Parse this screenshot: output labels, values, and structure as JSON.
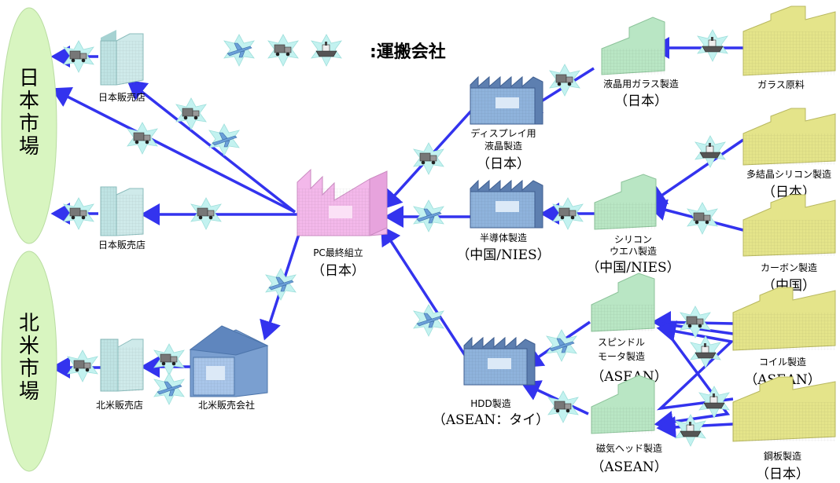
{
  "markets": [
    {
      "id": "japan",
      "label": "日本市場"
    },
    {
      "id": "na",
      "label": "北米市場"
    }
  ],
  "legend": {
    "text": ":運搬会社"
  },
  "nodes": {
    "jp_store1": {
      "label": "日本販売店",
      "region": ""
    },
    "jp_store2": {
      "label": "日本販売店",
      "region": ""
    },
    "na_store": {
      "label": "北米販売店",
      "region": ""
    },
    "na_company": {
      "label": "北米販売会社",
      "region": ""
    },
    "pc_final": {
      "label": "PC最終組立",
      "region": "（日本）"
    },
    "lcd": {
      "label": "ディスプレイ用",
      "label2": "液晶製造",
      "region": "（日本）"
    },
    "glass": {
      "label": "液晶用ガラス製造",
      "region": "（日本）"
    },
    "glass_raw": {
      "label": "ガラス原料",
      "region": ""
    },
    "semi": {
      "label": "半導体製造",
      "region": "（中国/NIES）"
    },
    "wafer": {
      "label": "シリコン",
      "label2": "ウエハ製造",
      "region": "（中国/NIES）"
    },
    "polysi": {
      "label": "多結晶シリコン製造",
      "region": "（日本）"
    },
    "carbon": {
      "label": "カーボン製造",
      "region": "（中国）"
    },
    "hdd": {
      "label": "HDD製造",
      "region": "（ASEAN：タイ）"
    },
    "spindle": {
      "label": "スピンドル",
      "label2": "モータ製造",
      "region": "（ASEAN）"
    },
    "head": {
      "label": "磁気ヘッド製造",
      "region": "（ASEAN）"
    },
    "coil": {
      "label": "コイル製造",
      "region": "（ASEAN）"
    },
    "steel": {
      "label": "鋼板製造",
      "region": "（日本）"
    }
  },
  "colors": {
    "arrow": "#3333ee",
    "market": "#d8f5c0",
    "pc": "#f3b8ea",
    "blue_factory": "#8fb3dc",
    "green_factory": "#b9e6c4",
    "yellow_factory": "#e4e48a",
    "store": "#bfe3e3",
    "transport_badge": "#c3f2f0"
  },
  "icons": [
    "airplane-icon",
    "truck-icon",
    "ship-icon"
  ]
}
